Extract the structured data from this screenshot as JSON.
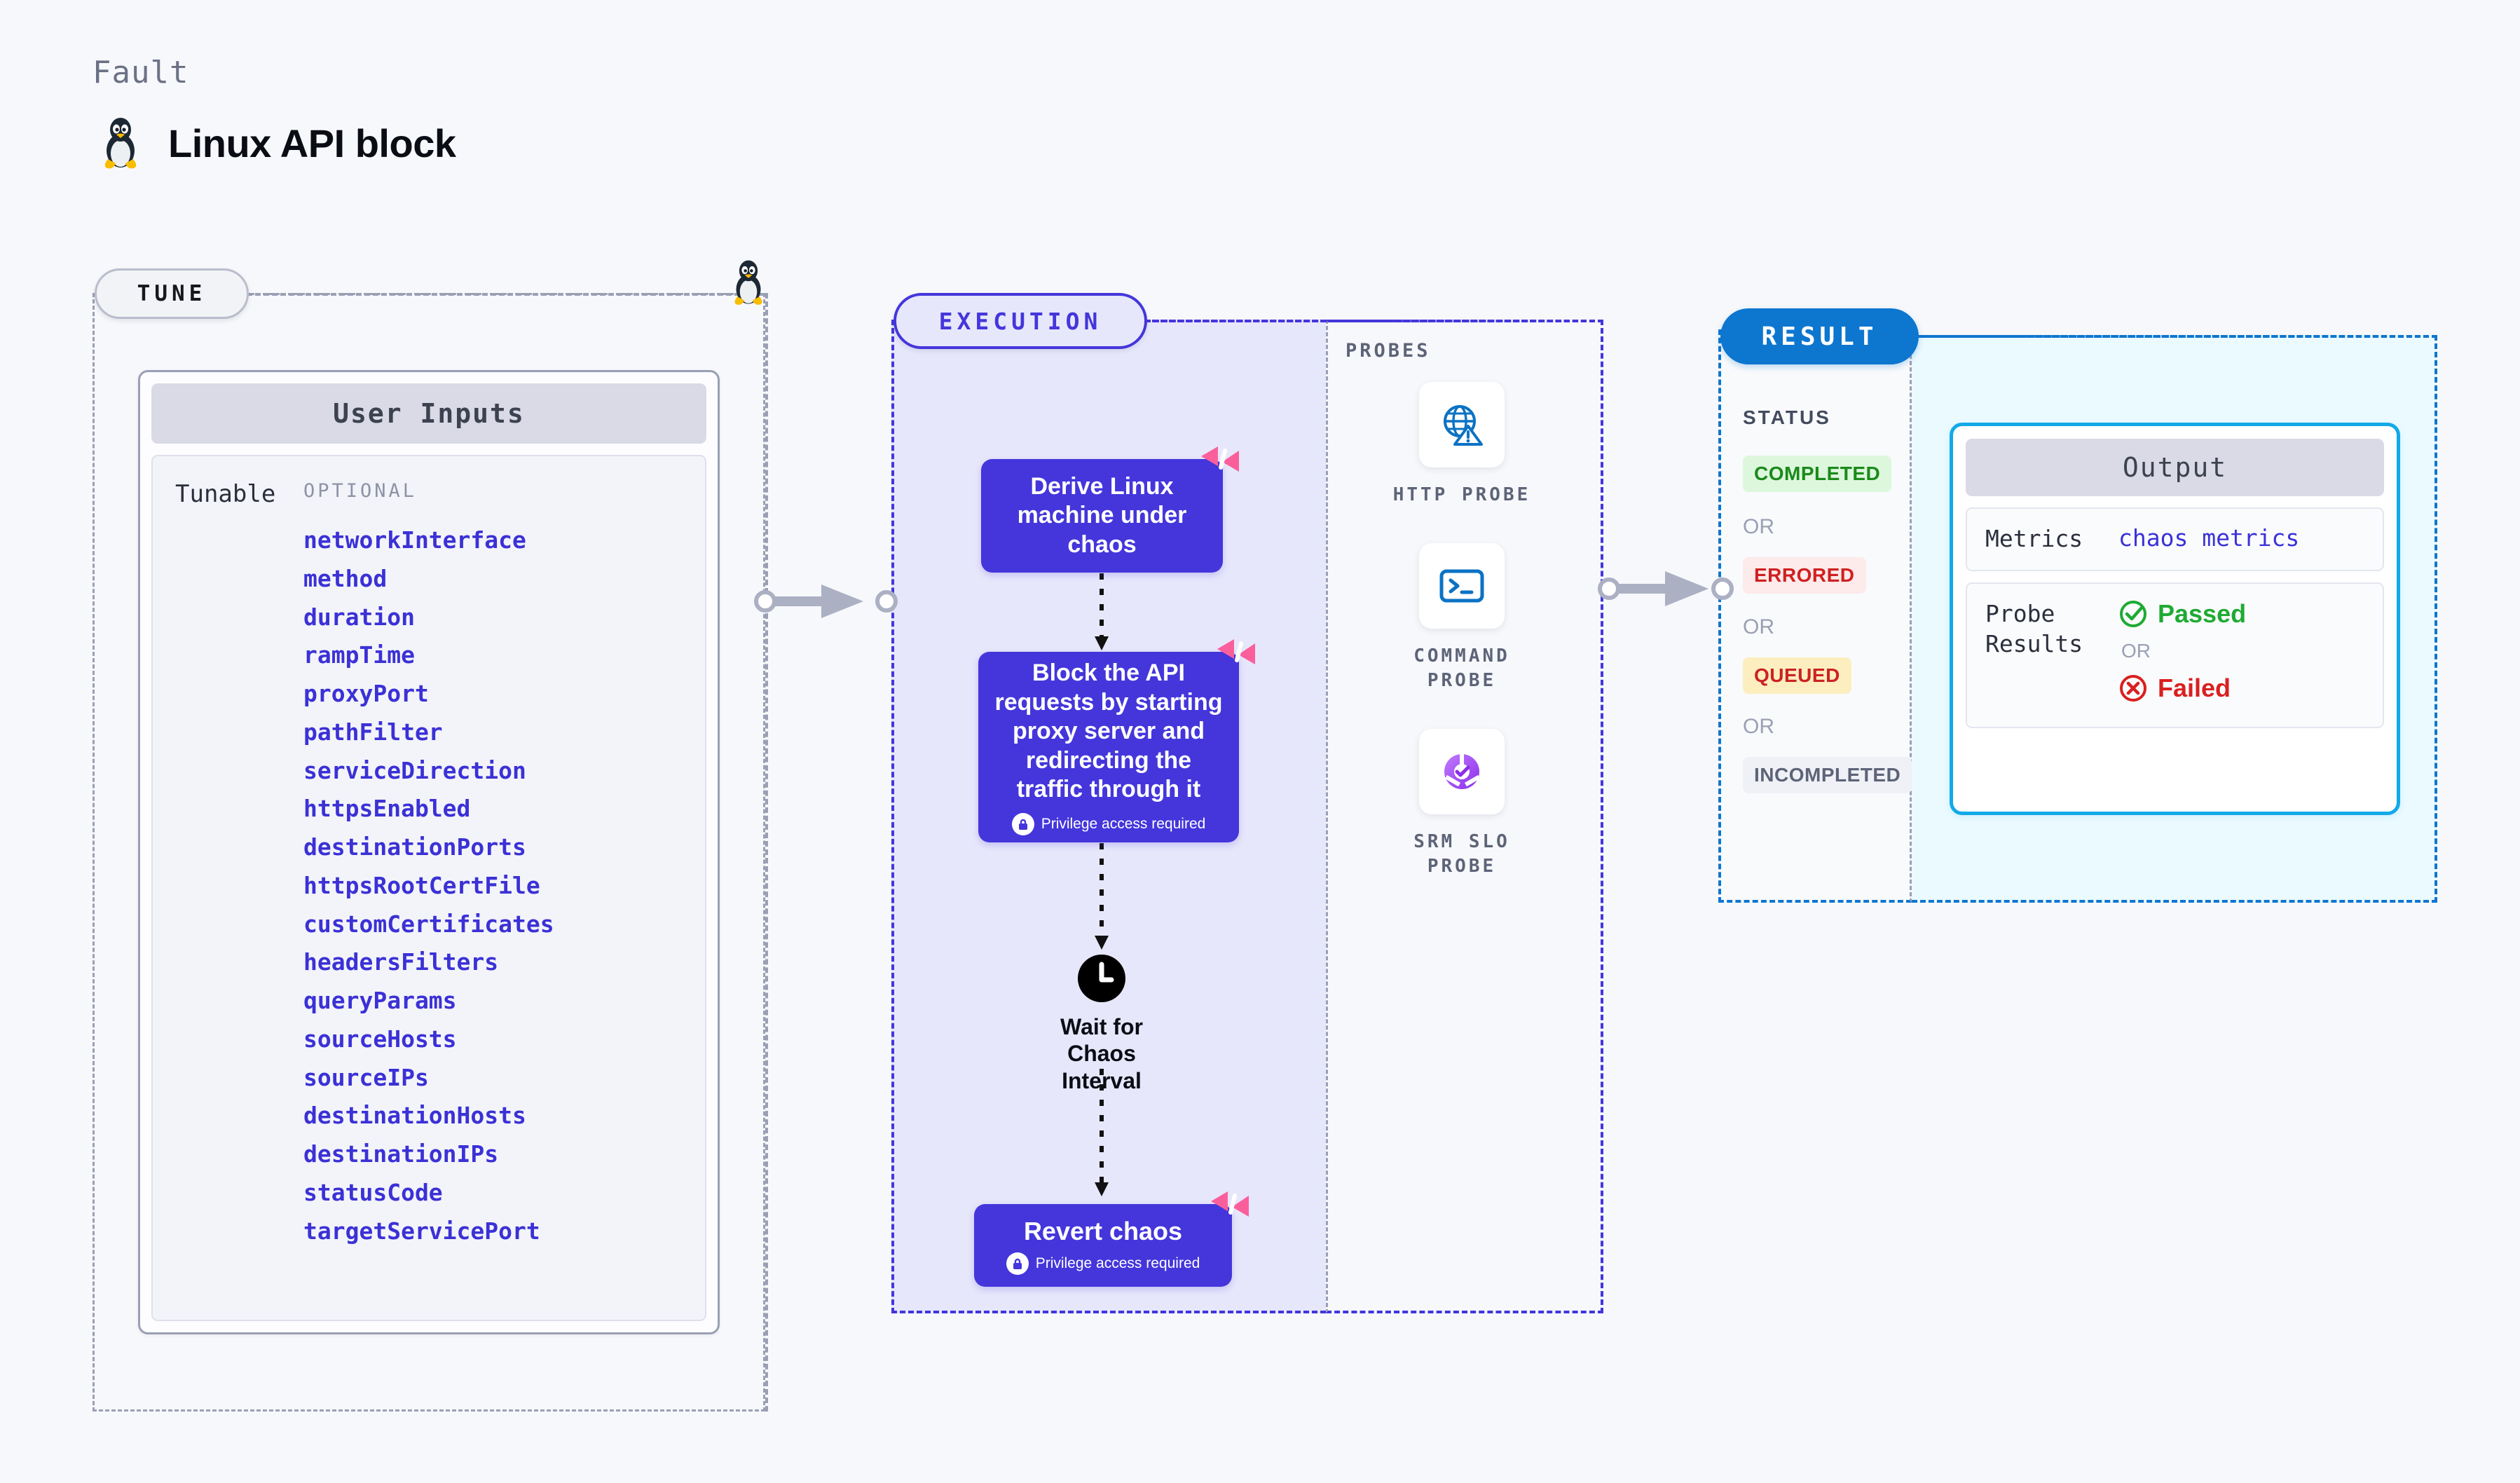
{
  "header": {
    "kicker": "Fault",
    "title": "Linux API block",
    "icon": "linux-tux-icon"
  },
  "tune": {
    "badge": "TUNE",
    "card_title": "User Inputs",
    "row_label": "Tunable",
    "optional_label": "OPTIONAL",
    "params": [
      "networkInterface",
      "method",
      "duration",
      "rampTime",
      "proxyPort",
      "pathFilter",
      "serviceDirection",
      "httpsEnabled",
      "destinationPorts",
      "httpsRootCertFile",
      "customCertificates",
      "headersFilters",
      "queryParams",
      "sourceHosts",
      "sourceIPs",
      "destinationHosts",
      "destinationIPs",
      "statusCode",
      "targetServicePort"
    ]
  },
  "execution": {
    "badge": "EXECUTION",
    "nodes": [
      {
        "text": "Derive Linux machine under chaos",
        "privilege": null,
        "fault_badge": true
      },
      {
        "text": "Block the API requests by starting proxy server and redirecting the traffic through it",
        "privilege": "Privilege access required",
        "fault_badge": true
      },
      {
        "text": "Revert chaos",
        "privilege": "Privilege access required",
        "fault_badge": true
      }
    ],
    "wait_node": {
      "label": "Wait for Chaos Interval",
      "icon": "clock-icon"
    }
  },
  "probes": {
    "title": "PROBES",
    "items": [
      {
        "name": "HTTP PROBE",
        "icon": "globe-warning-icon"
      },
      {
        "name": "COMMAND PROBE",
        "icon": "terminal-icon"
      },
      {
        "name": "SRM SLO PROBE",
        "icon": "slo-donut-icon"
      }
    ]
  },
  "result": {
    "badge": "RESULT",
    "status_title": "STATUS",
    "or_label": "OR",
    "statuses": [
      {
        "label": "COMPLETED",
        "bg": "#ddf7dd",
        "color": "#1a8a1a"
      },
      {
        "label": "ERRORED",
        "bg": "#fdeaea",
        "color": "#d02020"
      },
      {
        "label": "QUEUED",
        "bg": "#fdeec0",
        "color": "#cc2222"
      },
      {
        "label": "INCOMPLETED",
        "bg": "#f0f1f6",
        "color": "#5d6478"
      }
    ],
    "output": {
      "title": "Output",
      "metrics_key": "Metrics",
      "metrics_value": "chaos metrics",
      "probe_results_key": "Probe Results",
      "passed_label": "Passed",
      "failed_label": "Failed",
      "or_label": "OR"
    }
  },
  "colors": {
    "accent_purple": "#4436db",
    "accent_blue": "#0d76cf",
    "accent_cyan": "#12a9e8",
    "fault_pink": "#fa5f9c",
    "param_blue": "#3b31d6",
    "page_bg": "#f7f8fb"
  }
}
